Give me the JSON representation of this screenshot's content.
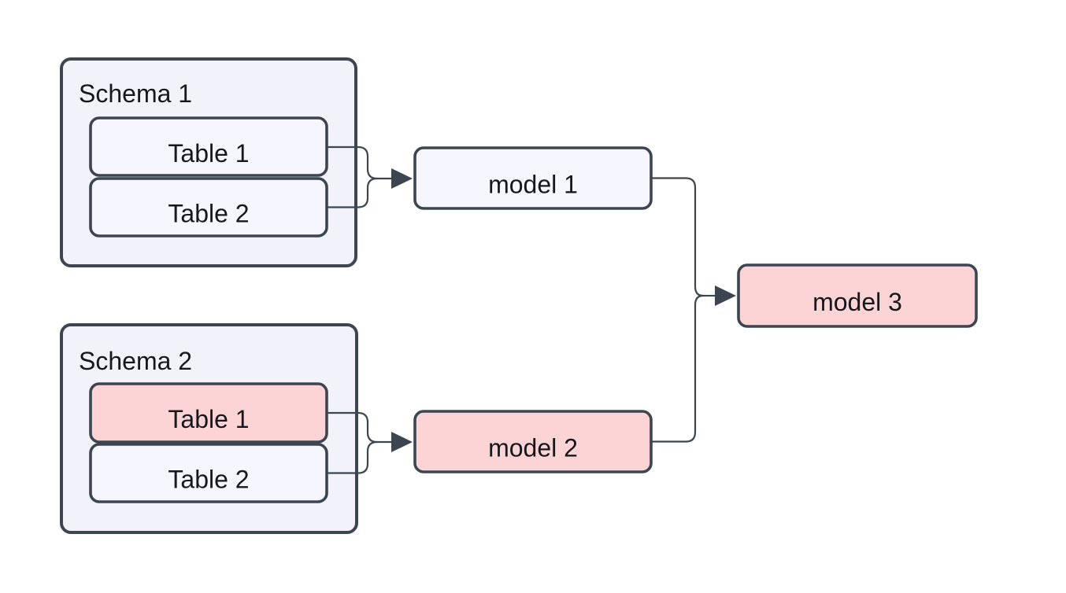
{
  "diagram": {
    "schema1": {
      "title": "Schema 1",
      "tables": [
        {
          "label": "Table 1",
          "highlighted": false
        },
        {
          "label": "Table 2",
          "highlighted": false
        }
      ]
    },
    "schema2": {
      "title": "Schema 2",
      "tables": [
        {
          "label": "Table 1",
          "highlighted": true
        },
        {
          "label": "Table 2",
          "highlighted": false
        }
      ]
    },
    "models": [
      {
        "label": "model 1",
        "highlighted": false
      },
      {
        "label": "model 2",
        "highlighted": true
      },
      {
        "label": "model 3",
        "highlighted": true
      }
    ],
    "edges": [
      {
        "from": "Schema 1 / Table 1",
        "to": "model 1"
      },
      {
        "from": "Schema 1 / Table 2",
        "to": "model 1"
      },
      {
        "from": "Schema 2 / Table 1",
        "to": "model 2"
      },
      {
        "from": "Schema 2 / Table 2",
        "to": "model 2"
      },
      {
        "from": "model 1",
        "to": "model 3"
      },
      {
        "from": "model 2",
        "to": "model 3"
      }
    ]
  },
  "colors": {
    "line": "#3D4551",
    "container_fill": "#F2F3FA",
    "node_fill_light": "#F6F7FE",
    "node_fill_pink": "#FDD4D5",
    "text": "#16181D",
    "background": "#FFFFFF"
  }
}
